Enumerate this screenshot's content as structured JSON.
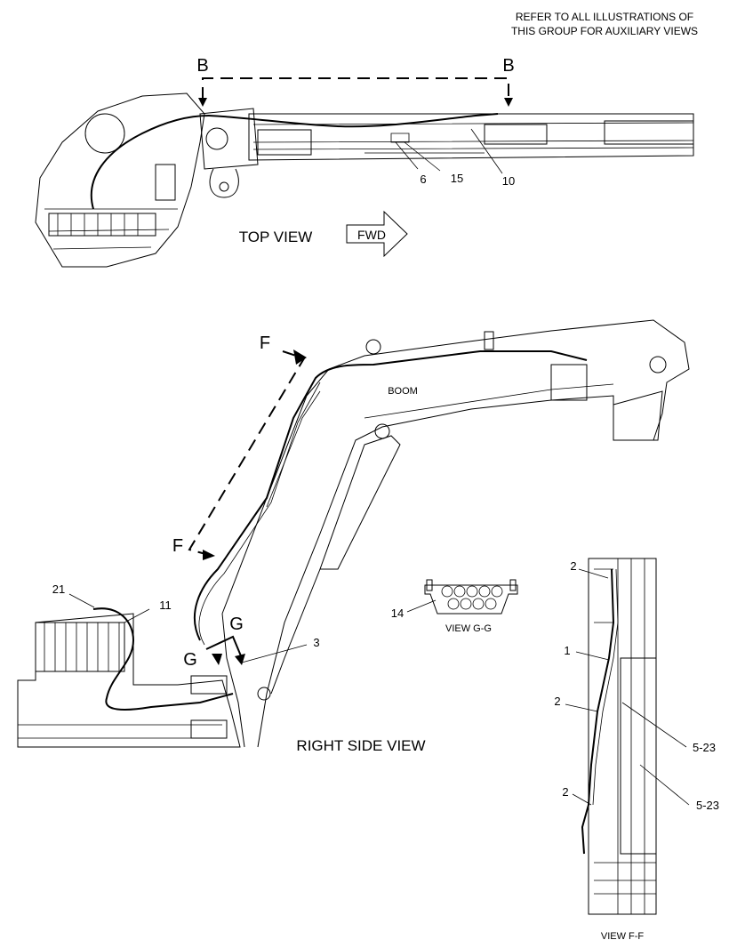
{
  "note": {
    "line1": "REFER TO ALL ILLUSTRATIONS OF",
    "line2": "THIS GROUP FOR AUXILIARY VIEWS"
  },
  "top_view": {
    "section_letter_left": "B",
    "section_letter_right": "B",
    "title": "TOP VIEW",
    "arrow_label": "FWD",
    "callouts": [
      "6",
      "15",
      "10"
    ]
  },
  "side_view": {
    "section_letter_f_top": "F",
    "section_letter_f_bottom": "F",
    "section_letter_g_left": "G",
    "section_letter_g_right": "G",
    "boom_label": "BOOM",
    "title": "RIGHT SIDE VIEW",
    "callouts": [
      "21",
      "11",
      "3"
    ]
  },
  "view_gg": {
    "title": "VIEW G-G",
    "callouts": [
      "14"
    ]
  },
  "view_ff": {
    "title": "VIEW F-F",
    "callouts": [
      "2",
      "1",
      "2",
      "5-23",
      "5-23",
      "2"
    ]
  }
}
